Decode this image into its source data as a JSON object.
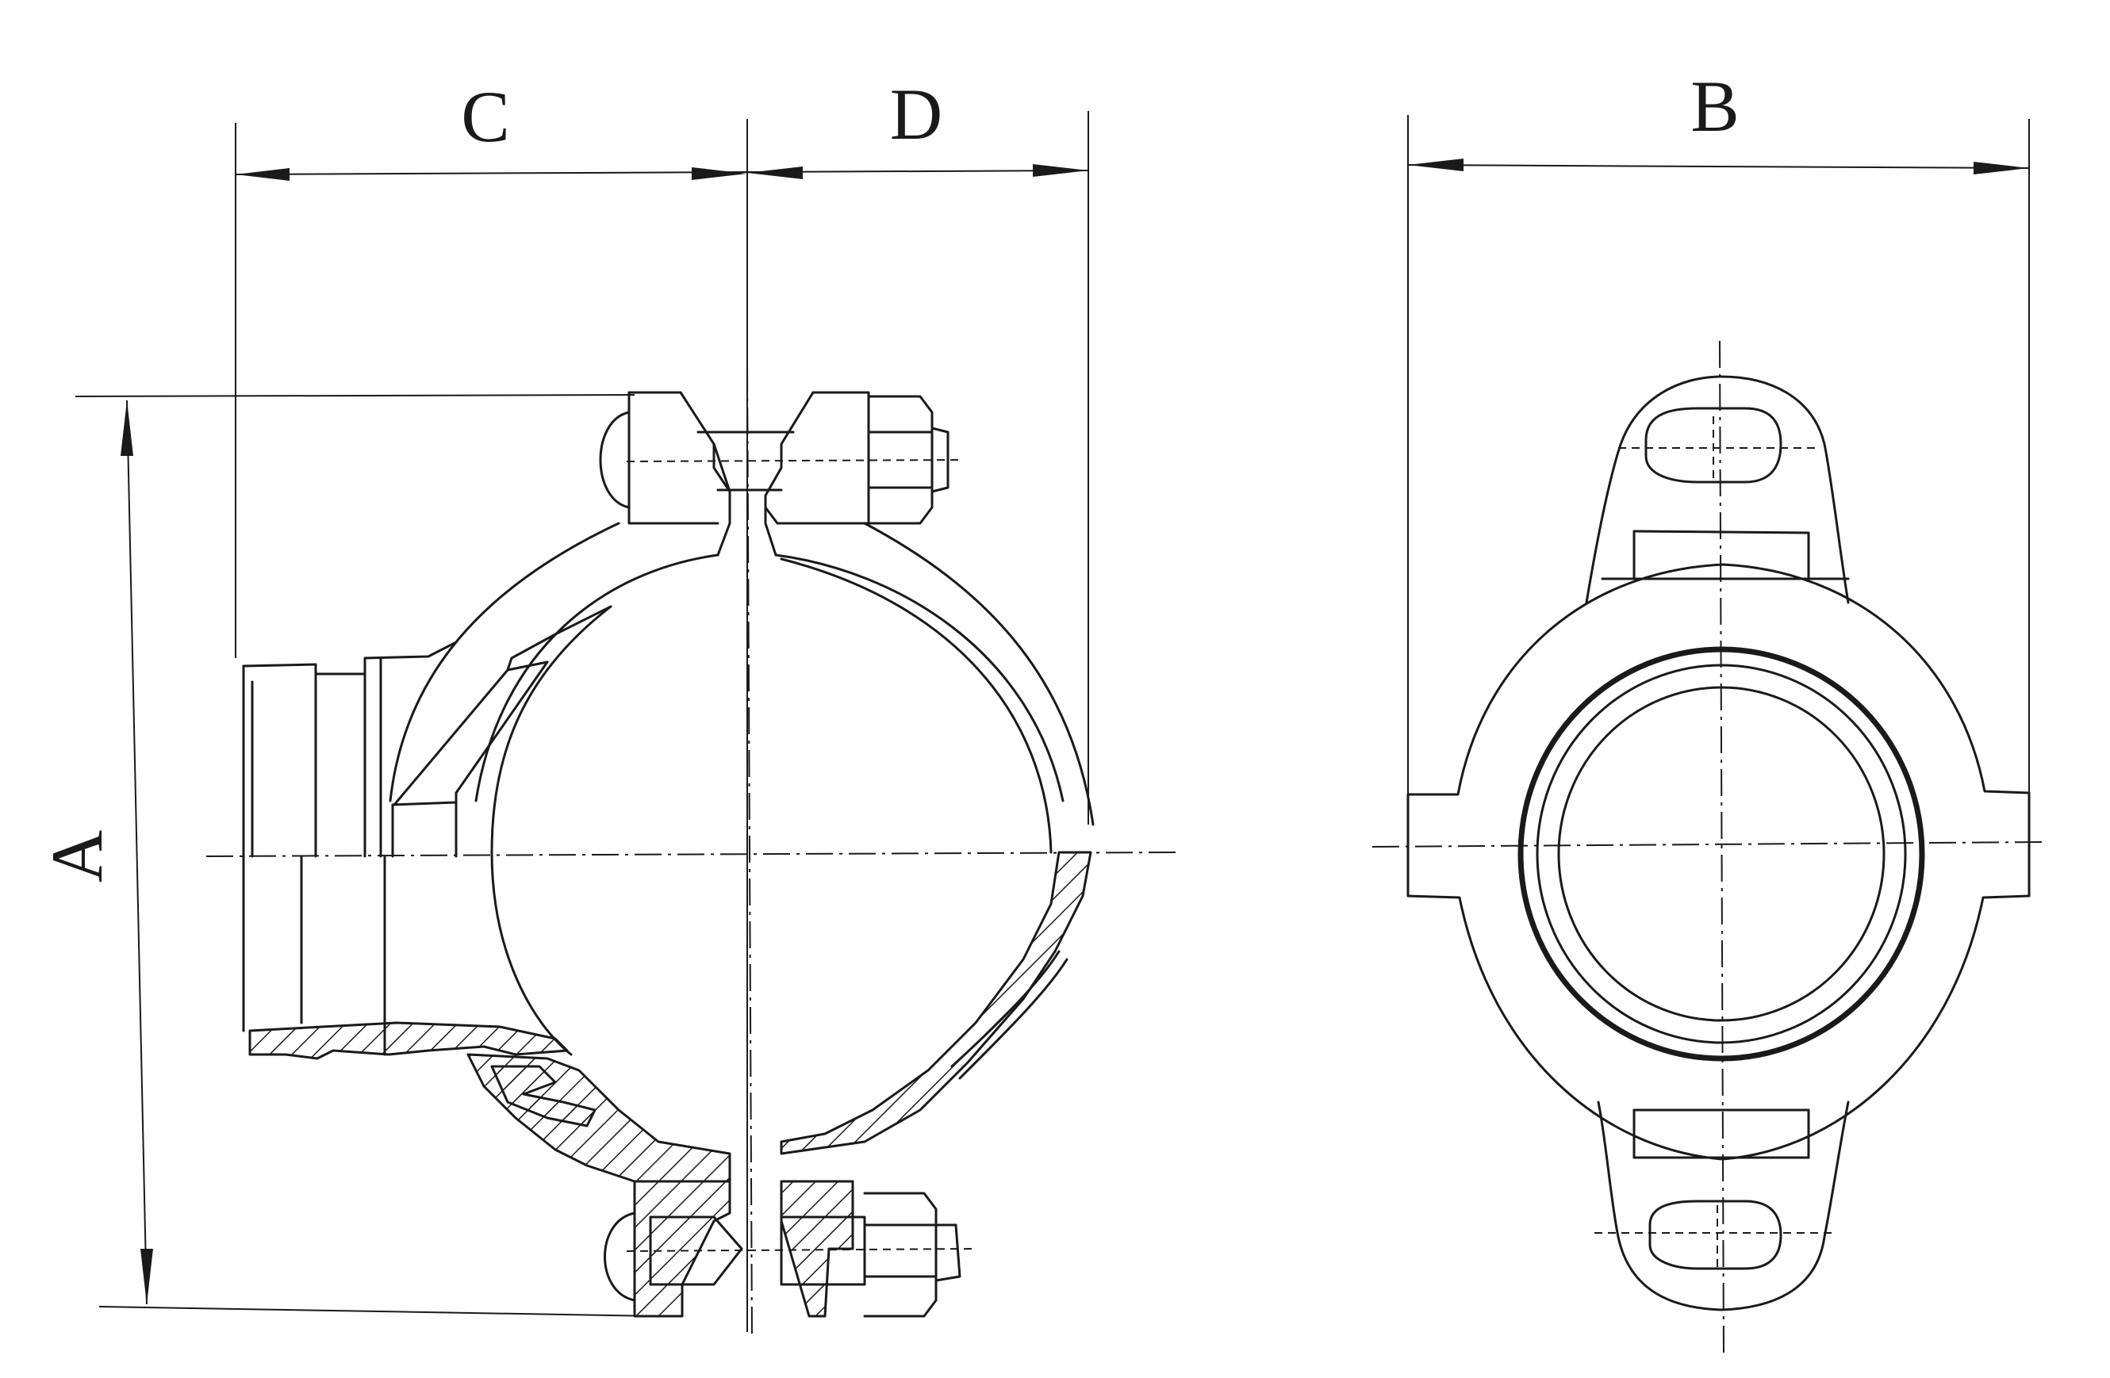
{
  "drawing": {
    "dimension_labels": {
      "A": "A",
      "B": "B",
      "C": "C",
      "D": "D"
    }
  }
}
